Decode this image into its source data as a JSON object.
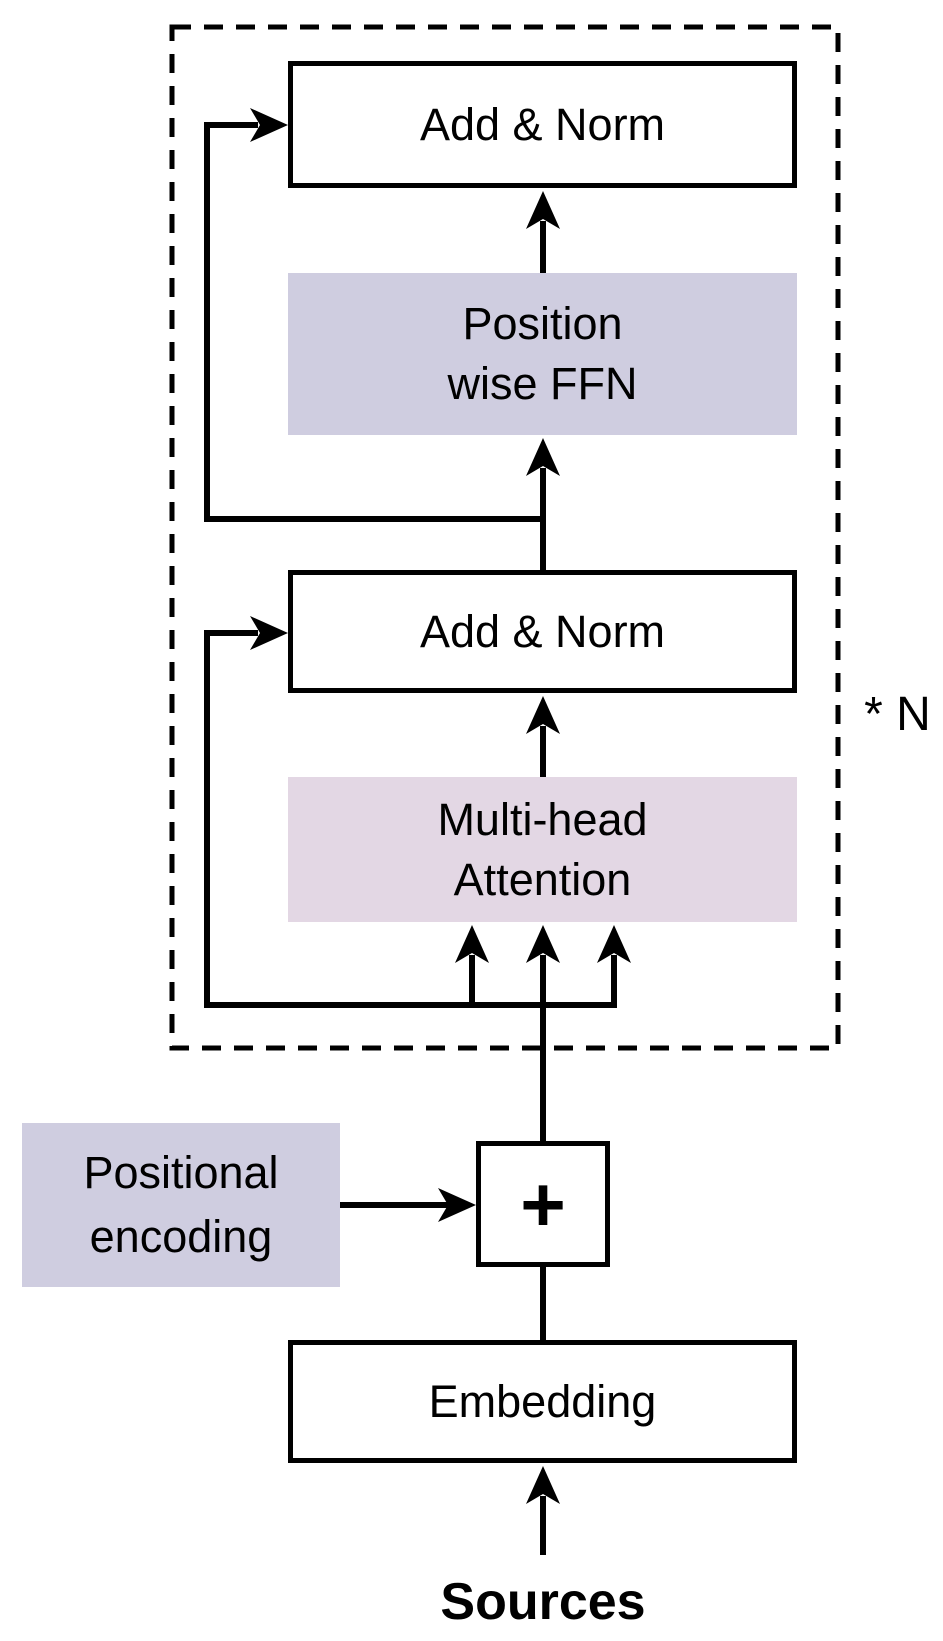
{
  "diagram_title": "transformer-encoder-block-diagram",
  "blocks": {
    "add_norm_top": {
      "label": "Add & Norm"
    },
    "ffn": {
      "line1": "Position",
      "line2": "wise FFN"
    },
    "add_norm_mid": {
      "label": "Add & Norm"
    },
    "mha": {
      "line1": "Multi-head",
      "line2": "Attention"
    },
    "pos_enc": {
      "line1": "Positional",
      "line2": "encoding"
    },
    "plus": {
      "label": "+"
    },
    "embedding": {
      "label": "Embedding"
    },
    "repeat": {
      "label": "* N"
    },
    "sources": {
      "label": "Sources"
    }
  },
  "colors": {
    "lavender": "#cfcde0",
    "pink": "#e3d7e4",
    "stroke": "#000000"
  }
}
